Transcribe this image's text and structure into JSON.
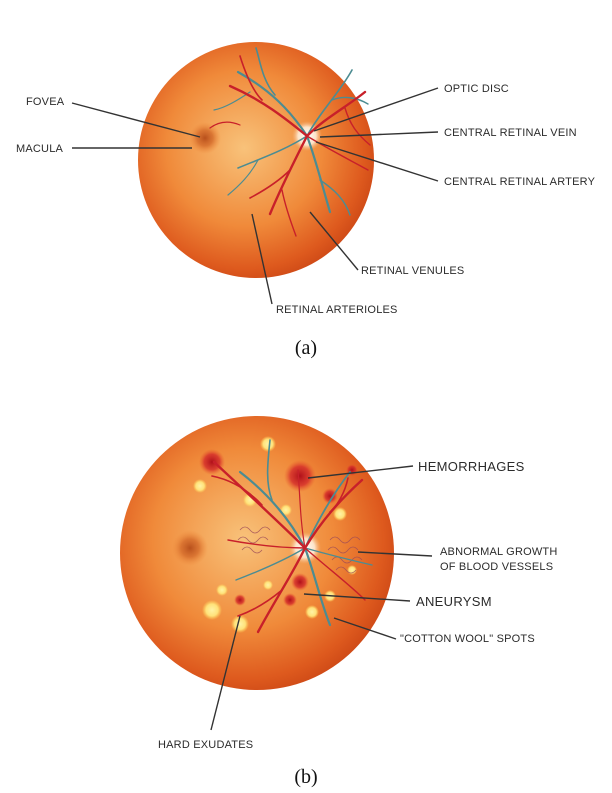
{
  "figure_a": {
    "caption": "(a)",
    "labels": {
      "fovea": "FOVEA",
      "macula": "MACULA",
      "optic_disc": "OPTIC DISC",
      "central_retinal_vein": "CENTRAL RETINAL VEIN",
      "central_retinal_artery": "CENTRAL RETINAL ARTERY",
      "retinal_venules": "RETINAL VENULES",
      "retinal_arterioles": "RETINAL ARTERIOLES"
    }
  },
  "figure_b": {
    "caption": "(b)",
    "labels": {
      "hemorrhages": "HEMORRHAGES",
      "abnormal_growth_line1": "ABNORMAL GROWTH",
      "abnormal_growth_line2": "OF BLOOD VESSELS",
      "aneurysm": "ANEURYSM",
      "cotton_wool": "\"COTTON WOOL\" SPOTS",
      "hard_exudates": "HARD EXUDATES"
    }
  },
  "colors": {
    "retina_outer": "#d9541c",
    "retina_inner": "#f6b26b",
    "artery": "#c8202a",
    "vein": "#4c8c92",
    "exudate": "#ffe27a"
  }
}
